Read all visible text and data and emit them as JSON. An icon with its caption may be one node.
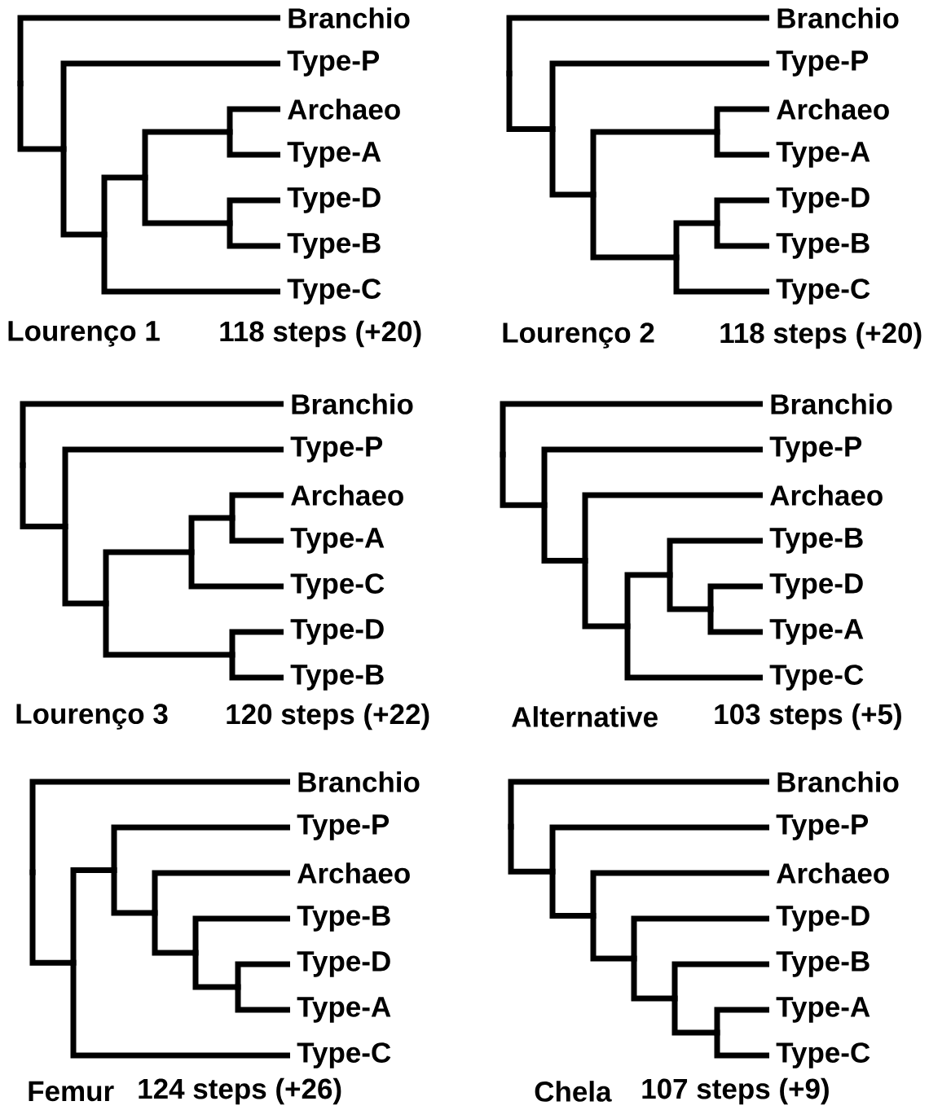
{
  "diagram": {
    "nodes": [
      {
        "text": [
          "Branchio"
        ]
      },
      {
        "text": [
          "Type-P"
        ]
      },
      {
        "text": [
          "Archaeo"
        ]
      },
      {
        "text": [
          "Type-A"
        ]
      },
      {
        "text": [
          "Type-D"
        ]
      },
      {
        "text": [
          "Type-B"
        ]
      },
      {
        "text": [
          "Type-C"
        ]
      },
      {
        "text": [],
        "shape": "point"
      },
      {
        "text": [],
        "shape": "point"
      },
      {
        "text": [],
        "shape": "point"
      },
      {
        "text": [],
        "shape": "point"
      },
      {
        "text": [],
        "shape": "point"
      },
      {
        "text": [],
        "shape": "point"
      },
      {
        "text": [
          "Branchio"
        ]
      },
      {
        "text": [
          "Type-P"
        ]
      },
      {
        "text": [
          "Archaeo"
        ]
      },
      {
        "text": [
          "Type-A"
        ]
      },
      {
        "text": [
          "Type-D"
        ]
      },
      {
        "text": [
          "Type-B"
        ]
      },
      {
        "text": [
          "Type-C"
        ]
      },
      {
        "text": [],
        "shape": "point"
      },
      {
        "text": [],
        "shape": "point"
      },
      {
        "text": [],
        "shape": "point"
      },
      {
        "text": [],
        "shape": "point"
      },
      {
        "text": [],
        "shape": "point"
      },
      {
        "text": [],
        "shape": "point"
      },
      {
        "text": [
          "Branchio"
        ]
      },
      {
        "text": [
          "Type-P"
        ]
      },
      {
        "text": [
          "Archaeo"
        ]
      },
      {
        "text": [
          "Type-A"
        ]
      },
      {
        "text": [
          "Type-C"
        ]
      },
      {
        "text": [
          "Type-D"
        ]
      },
      {
        "text": [
          "Type-B"
        ]
      },
      {
        "text": [],
        "shape": "point"
      },
      {
        "text": [],
        "shape": "point"
      },
      {
        "text": [],
        "shape": "point"
      },
      {
        "text": [],
        "shape": "point"
      },
      {
        "text": [],
        "shape": "point"
      },
      {
        "text": [],
        "shape": "point"
      },
      {
        "text": [
          "Branchio"
        ]
      },
      {
        "text": [
          "Type-P"
        ]
      },
      {
        "text": [
          "Archaeo"
        ]
      },
      {
        "text": [
          "Type-B"
        ]
      },
      {
        "text": [
          "Type-D"
        ]
      },
      {
        "text": [
          "Type-A"
        ]
      },
      {
        "text": [
          "Type-C"
        ]
      },
      {
        "text": [],
        "shape": "point"
      },
      {
        "text": [],
        "shape": "point"
      },
      {
        "text": [],
        "shape": "point"
      },
      {
        "text": [],
        "shape": "point"
      },
      {
        "text": [],
        "shape": "point"
      },
      {
        "text": [],
        "shape": "point"
      },
      {
        "text": [
          "Branchio"
        ]
      },
      {
        "text": [
          "Type-P"
        ]
      },
      {
        "text": [
          "Archaeo"
        ]
      },
      {
        "text": [
          "Type-B"
        ]
      },
      {
        "text": [
          "Type-D"
        ]
      },
      {
        "text": [
          "Type-A"
        ]
      },
      {
        "text": [
          "Type-C"
        ]
      },
      {
        "text": [],
        "shape": "point"
      },
      {
        "text": [],
        "shape": "point"
      },
      {
        "text": [],
        "shape": "point"
      },
      {
        "text": [],
        "shape": "point"
      },
      {
        "text": [],
        "shape": "point"
      },
      {
        "text": [],
        "shape": "point"
      },
      {
        "text": [
          "Branchio"
        ]
      },
      {
        "text": [
          "Type-P"
        ]
      },
      {
        "text": [
          "Archaeo"
        ]
      },
      {
        "text": [
          "Type-D"
        ]
      },
      {
        "text": [
          "Type-B"
        ]
      },
      {
        "text": [
          "Type-A"
        ]
      },
      {
        "text": [
          "Type-C"
        ]
      },
      {
        "text": [],
        "shape": "point"
      },
      {
        "text": [],
        "shape": "point"
      },
      {
        "text": [],
        "shape": "point"
      },
      {
        "text": [],
        "shape": "point"
      },
      {
        "text": [],
        "shape": "point"
      },
      {
        "text": [],
        "shape": "point"
      }
    ],
    "edges": [
      {
        "from": 7,
        "to": 0,
        "arrow": "none"
      },
      {
        "from": 7,
        "to": 8,
        "arrow": "none"
      },
      {
        "from": 8,
        "to": 1,
        "arrow": "none"
      },
      {
        "from": 8,
        "to": 9,
        "arrow": "none"
      },
      {
        "from": 9,
        "to": 10,
        "arrow": "none"
      },
      {
        "from": 9,
        "to": 6,
        "arrow": "none"
      },
      {
        "from": 10,
        "to": 11,
        "arrow": "none"
      },
      {
        "from": 10,
        "to": 12,
        "arrow": "none"
      },
      {
        "from": 11,
        "to": 2,
        "arrow": "none"
      },
      {
        "from": 11,
        "to": 3,
        "arrow": "none"
      },
      {
        "from": 12,
        "to": 4,
        "arrow": "none"
      },
      {
        "from": 12,
        "to": 5,
        "arrow": "none"
      },
      {
        "from": 20,
        "to": 13,
        "arrow": "none"
      },
      {
        "from": 20,
        "to": 21,
        "arrow": "none"
      },
      {
        "from": 21,
        "to": 14,
        "arrow": "none"
      },
      {
        "from": 21,
        "to": 22,
        "arrow": "none"
      },
      {
        "from": 22,
        "to": 23,
        "arrow": "none"
      },
      {
        "from": 22,
        "to": 24,
        "arrow": "none"
      },
      {
        "from": 23,
        "to": 15,
        "arrow": "none"
      },
      {
        "from": 23,
        "to": 16,
        "arrow": "none"
      },
      {
        "from": 24,
        "to": 25,
        "arrow": "none"
      },
      {
        "from": 24,
        "to": 19,
        "arrow": "none"
      },
      {
        "from": 25,
        "to": 17,
        "arrow": "none"
      },
      {
        "from": 25,
        "to": 18,
        "arrow": "none"
      },
      {
        "from": 33,
        "to": 26,
        "arrow": "none"
      },
      {
        "from": 33,
        "to": 34,
        "arrow": "none"
      },
      {
        "from": 34,
        "to": 27,
        "arrow": "none"
      },
      {
        "from": 34,
        "to": 35,
        "arrow": "none"
      },
      {
        "from": 35,
        "to": 36,
        "arrow": "none"
      },
      {
        "from": 35,
        "to": 38,
        "arrow": "none"
      },
      {
        "from": 36,
        "to": 37,
        "arrow": "none"
      },
      {
        "from": 36,
        "to": 30,
        "arrow": "none"
      },
      {
        "from": 37,
        "to": 28,
        "arrow": "none"
      },
      {
        "from": 37,
        "to": 29,
        "arrow": "none"
      },
      {
        "from": 38,
        "to": 31,
        "arrow": "none"
      },
      {
        "from": 38,
        "to": 32,
        "arrow": "none"
      },
      {
        "from": 46,
        "to": 39,
        "arrow": "none"
      },
      {
        "from": 46,
        "to": 47,
        "arrow": "none"
      },
      {
        "from": 47,
        "to": 40,
        "arrow": "none"
      },
      {
        "from": 47,
        "to": 48,
        "arrow": "none"
      },
      {
        "from": 48,
        "to": 41,
        "arrow": "none"
      },
      {
        "from": 48,
        "to": 49,
        "arrow": "none"
      },
      {
        "from": 49,
        "to": 50,
        "arrow": "none"
      },
      {
        "from": 49,
        "to": 45,
        "arrow": "none"
      },
      {
        "from": 50,
        "to": 42,
        "arrow": "none"
      },
      {
        "from": 50,
        "to": 51,
        "arrow": "none"
      },
      {
        "from": 51,
        "to": 43,
        "arrow": "none"
      },
      {
        "from": 51,
        "to": 44,
        "arrow": "none"
      },
      {
        "from": 59,
        "to": 52,
        "arrow": "none"
      },
      {
        "from": 59,
        "to": 60,
        "arrow": "none"
      },
      {
        "from": 60,
        "to": 61,
        "arrow": "none"
      },
      {
        "from": 60,
        "to": 58,
        "arrow": "none"
      },
      {
        "from": 61,
        "to": 53,
        "arrow": "none"
      },
      {
        "from": 61,
        "to": 62,
        "arrow": "none"
      },
      {
        "from": 62,
        "to": 54,
        "arrow": "none"
      },
      {
        "from": 62,
        "to": 63,
        "arrow": "none"
      },
      {
        "from": 63,
        "to": 55,
        "arrow": "none"
      },
      {
        "from": 63,
        "to": 64,
        "arrow": "none"
      },
      {
        "from": 64,
        "to": 56,
        "arrow": "none"
      },
      {
        "from": 64,
        "to": 57,
        "arrow": "none"
      },
      {
        "from": 72,
        "to": 65,
        "arrow": "none"
      },
      {
        "from": 72,
        "to": 73,
        "arrow": "none"
      },
      {
        "from": 73,
        "to": 66,
        "arrow": "none"
      },
      {
        "from": 73,
        "to": 74,
        "arrow": "none"
      },
      {
        "from": 74,
        "to": 67,
        "arrow": "none"
      },
      {
        "from": 74,
        "to": 75,
        "arrow": "none"
      },
      {
        "from": 75,
        "to": 68,
        "arrow": "none"
      },
      {
        "from": 75,
        "to": 76,
        "arrow": "none"
      },
      {
        "from": 76,
        "to": 69,
        "arrow": "none"
      },
      {
        "from": 76,
        "to": 77,
        "arrow": "none"
      },
      {
        "from": 77,
        "to": 70,
        "arrow": "none"
      },
      {
        "from": 77,
        "to": 71,
        "arrow": "none"
      }
    ],
    "labels": [
      "Lourenço 1",
      "118 steps (+20)",
      "Lourenço 2",
      "118 steps (+20)",
      "Lourenço 3",
      "120 steps (+22)",
      "Alternative",
      "103 steps (+5)",
      "Femur",
      "124 steps (+26)",
      "Chela",
      "107 steps (+9)"
    ]
  }
}
